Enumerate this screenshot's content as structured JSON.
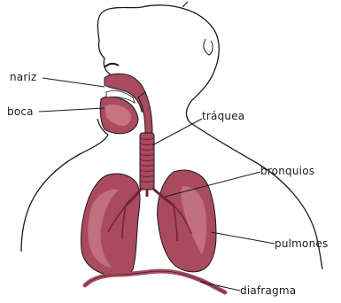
{
  "diagram": {
    "labels": {
      "nariz": "nariz",
      "boca": "boca",
      "traquea": "tráquea",
      "bronquios": "bronquios",
      "pulmones": "pulmones",
      "diafragma": "diafragma"
    },
    "colors": {
      "organ_fill": "#a94a5e",
      "organ_dark": "#6e2536",
      "organ_light": "#d38f9c",
      "outline": "#1a1a1a",
      "background": "#ffffff"
    }
  }
}
